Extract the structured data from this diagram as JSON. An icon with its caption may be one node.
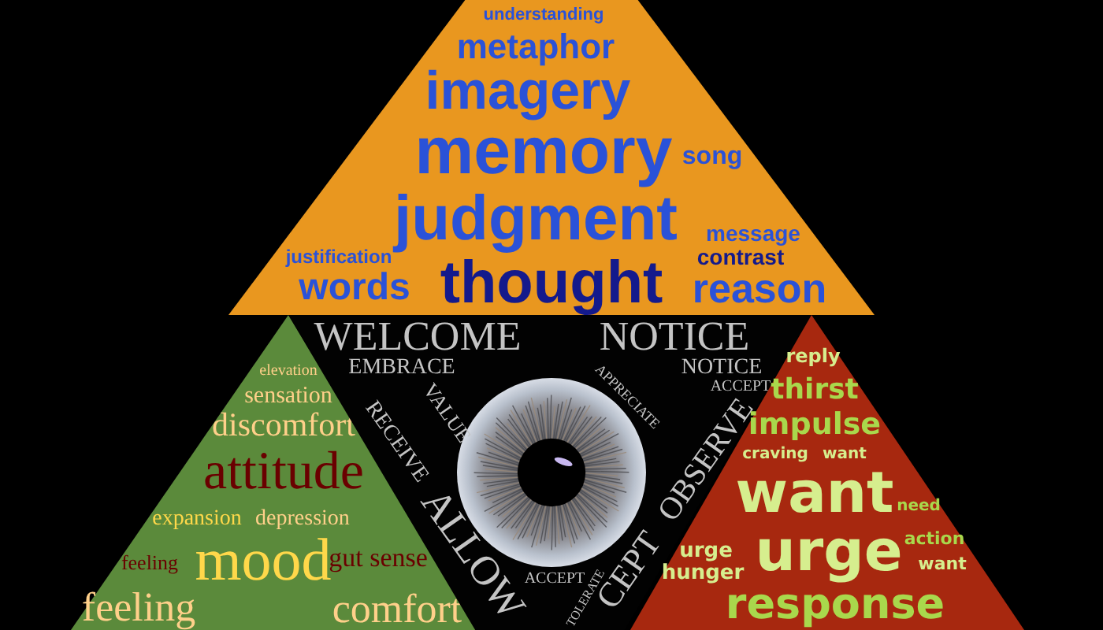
{
  "diagram": {
    "nodes": [
      {
        "text": [
          "understanding",
          "metaphor",
          "imagery",
          "memory",
          "song",
          "judgment",
          "message",
          "justification",
          "contrast",
          "words",
          "thought",
          "reason"
        ]
      },
      {
        "text": [
          "elevation",
          "sensation",
          "discomfort",
          "attitude",
          "expansion",
          "depression",
          "feeling",
          "mood",
          "gut sense",
          "feeling",
          "comfort"
        ]
      },
      {
        "text": [
          "WELCOME",
          "NOTICE",
          "EMBRACE",
          "NOTICE",
          "ACCEPT",
          "RECEIVE",
          "VALUE",
          "APPRECIATE",
          "OBSERVE",
          "ALLOW",
          "ACCEPT",
          "TOLERATE",
          "CEPT"
        ]
      },
      {
        "text": [
          "reply",
          "thirst",
          "impulse",
          "craving",
          "want",
          "want",
          "need",
          "urge",
          "urge",
          "action",
          "want",
          "hunger",
          "response"
        ]
      }
    ]
  }
}
